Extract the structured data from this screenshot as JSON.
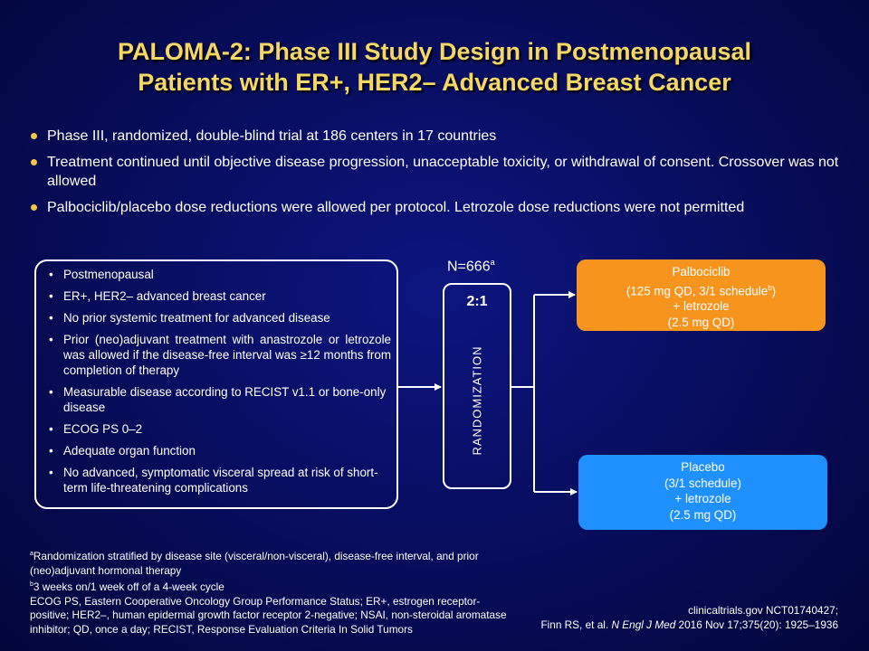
{
  "title": {
    "line1": "PALOMA-2: Phase III Study Design in Postmenopausal",
    "line2": "Patients with ER+, HER2– Advanced Breast Cancer"
  },
  "bullets": [
    "Phase III, randomized, double-blind trial at 186 centers in 17 countries",
    "Treatment continued until objective disease progression, unacceptable toxicity, or withdrawal of consent. Crossover was not allowed",
    "Palbociclib/placebo dose reductions were allowed per protocol. Letrozole dose reductions were not permitted"
  ],
  "criteria": [
    "Postmenopausal",
    "ER+, HER2– advanced breast cancer",
    "No prior systemic treatment for advanced disease",
    "Prior (neo)adjuvant treatment with anastrozole or letrozole was allowed if the disease-free interval was ≥12 months from completion of therapy",
    "Measurable disease according to RECIST v1.1 or bone-only disease",
    "ECOG PS 0–2",
    "Adequate organ function",
    "No advanced, symptomatic visceral spread at risk of short-term life-threatening complications"
  ],
  "randomization": {
    "n_label": "N=666",
    "n_sup": "a",
    "ratio": "2:1",
    "label": "RANDOMIZATION"
  },
  "arms": {
    "palbociclib": {
      "line1": "Palbociclib",
      "line2_pre": "(125 mg QD, 3/1 schedule",
      "line2_sup": "b",
      "line2_post": ")",
      "line3": "+ letrozole",
      "line4": "(2.5 mg QD)"
    },
    "placebo": {
      "line1": "Placebo",
      "line2": "(3/1 schedule)",
      "line3": "+ letrozole",
      "line4": "(2.5 mg QD)"
    }
  },
  "footnotes": {
    "a_sup": "a",
    "a_line1": "Randomization stratified by disease site (visceral/non-visceral), disease-free interval, and prior",
    "a_line2": "(neo)adjuvant hormonal therapy",
    "b_sup": "b",
    "b_text": "3 weeks on/1 week off of a 4-week cycle",
    "abbr_line1": "ECOG PS, Eastern Cooperative Oncology Group Performance Status; ER+, estrogen receptor-",
    "abbr_line2": "positive; HER2–, human epidermal growth factor receptor 2-negative; NSAI, non-steroidal aromatase",
    "abbr_line3": "inhibitor; QD, once a day; RECIST, Response Evaluation Criteria In Solid Tumors"
  },
  "references": {
    "line1": "clinicaltrials.gov NCT01740427;",
    "line2_pre": "Finn RS, et al. ",
    "line2_journal": "N Engl J Med",
    "line2_post": " 2016 Nov 17;375(20): 1925–1936"
  },
  "colors": {
    "title": "#f5d766",
    "bullet_dot": "#f2c64a",
    "palbociclib_arm": "#f7941d",
    "placebo_arm": "#1e90ff"
  }
}
